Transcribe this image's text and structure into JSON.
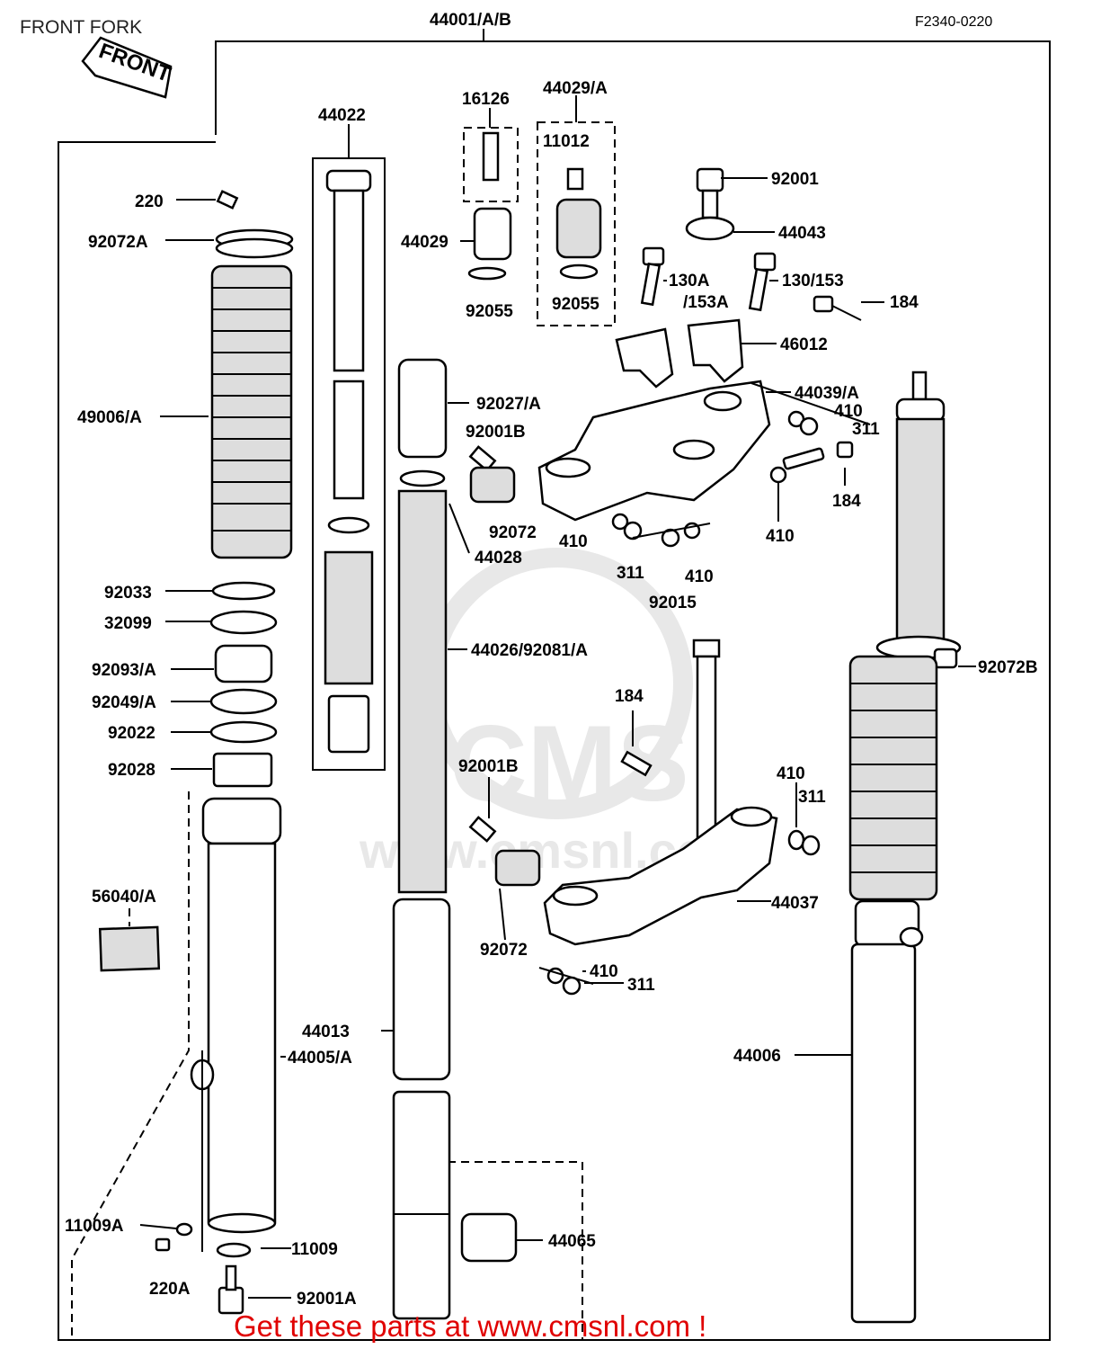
{
  "header": {
    "title": "FRONT FORK",
    "assembly_number": "44001/A/B",
    "figure_code": "F2340-0220",
    "front_arrow": "FRONT"
  },
  "parts_left": [
    "220",
    "92072A",
    "49006/A",
    "92033",
    "32099",
    "92093/A",
    "92049/A",
    "92022",
    "92028",
    "56040/A",
    "44005/A",
    "11009A",
    "220A",
    "11009",
    "92001A"
  ],
  "parts_center": [
    "44022",
    "16126",
    "44029/A",
    "11012",
    "44029",
    "92055",
    "92055",
    "92027/A",
    "92001B",
    "92072",
    "44028",
    "44026/92081/A",
    "44013",
    "44065"
  ],
  "parts_right": [
    "92001",
    "44043",
    "130A",
    "/153A",
    "130/153",
    "184",
    "46012",
    "44039/A",
    "410",
    "311",
    "184",
    "410",
    "410",
    "311",
    "410",
    "92015",
    "184",
    "92072B",
    "92001B",
    "410",
    "311",
    "44037",
    "92072",
    "410",
    "311",
    "44006"
  ],
  "watermark": {
    "logo": "CMS",
    "url": "www.cmsnl.com"
  },
  "footer": "Get these parts at www.cmsnl.com !",
  "colors": {
    "footer": "#e00000",
    "ink": "#000000",
    "watermark": "#e6e6e6"
  }
}
